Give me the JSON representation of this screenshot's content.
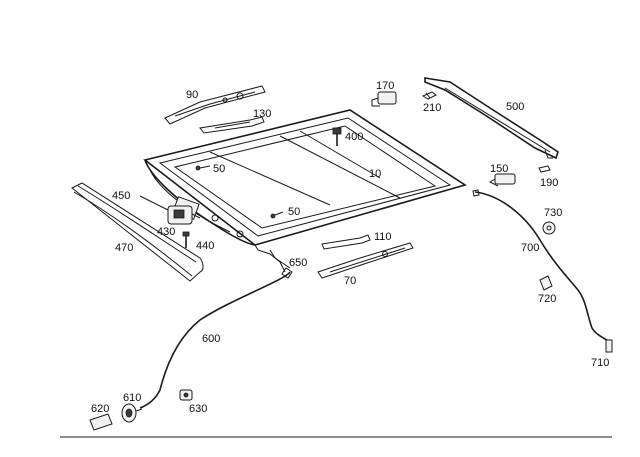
{
  "diagram": {
    "labels": {
      "p10": "10",
      "p50a": "50",
      "p50b": "50",
      "p70": "70",
      "p90": "90",
      "p110": "110",
      "p130": "130",
      "p150": "150",
      "p170": "170",
      "p190": "190",
      "p210": "210",
      "p400": "400",
      "p430": "430",
      "p440": "440",
      "p450": "450",
      "p470": "470",
      "p500": "500",
      "p600": "600",
      "p610": "610",
      "p620": "620",
      "p630": "630",
      "p650": "650",
      "p700": "700",
      "p710": "710",
      "p720": "720",
      "p730": "730"
    }
  }
}
